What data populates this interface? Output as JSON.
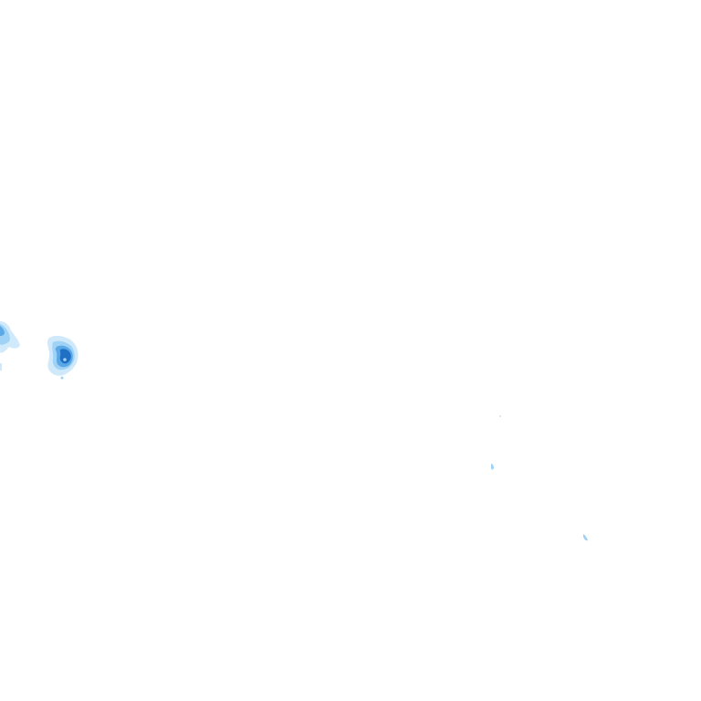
{
  "map": {
    "background_color": "#ffffff",
    "layer": "precipitation-radar",
    "intensity_colors": {
      "trace": "#cfe9fb",
      "light": "#9fd2f5",
      "moderate": "#5aa8e6",
      "heavy": "#1f6fc4"
    },
    "echoes": [
      {
        "name": "radar-echo-west-edge",
        "intensity": "light"
      },
      {
        "name": "radar-echo-west-cell",
        "intensity": "heavy"
      },
      {
        "name": "radar-echo-speck-east",
        "intensity": "trace"
      },
      {
        "name": "radar-echo-speck-southeast",
        "intensity": "trace"
      },
      {
        "name": "radar-echo-speck-far-southeast",
        "intensity": "trace"
      }
    ]
  }
}
